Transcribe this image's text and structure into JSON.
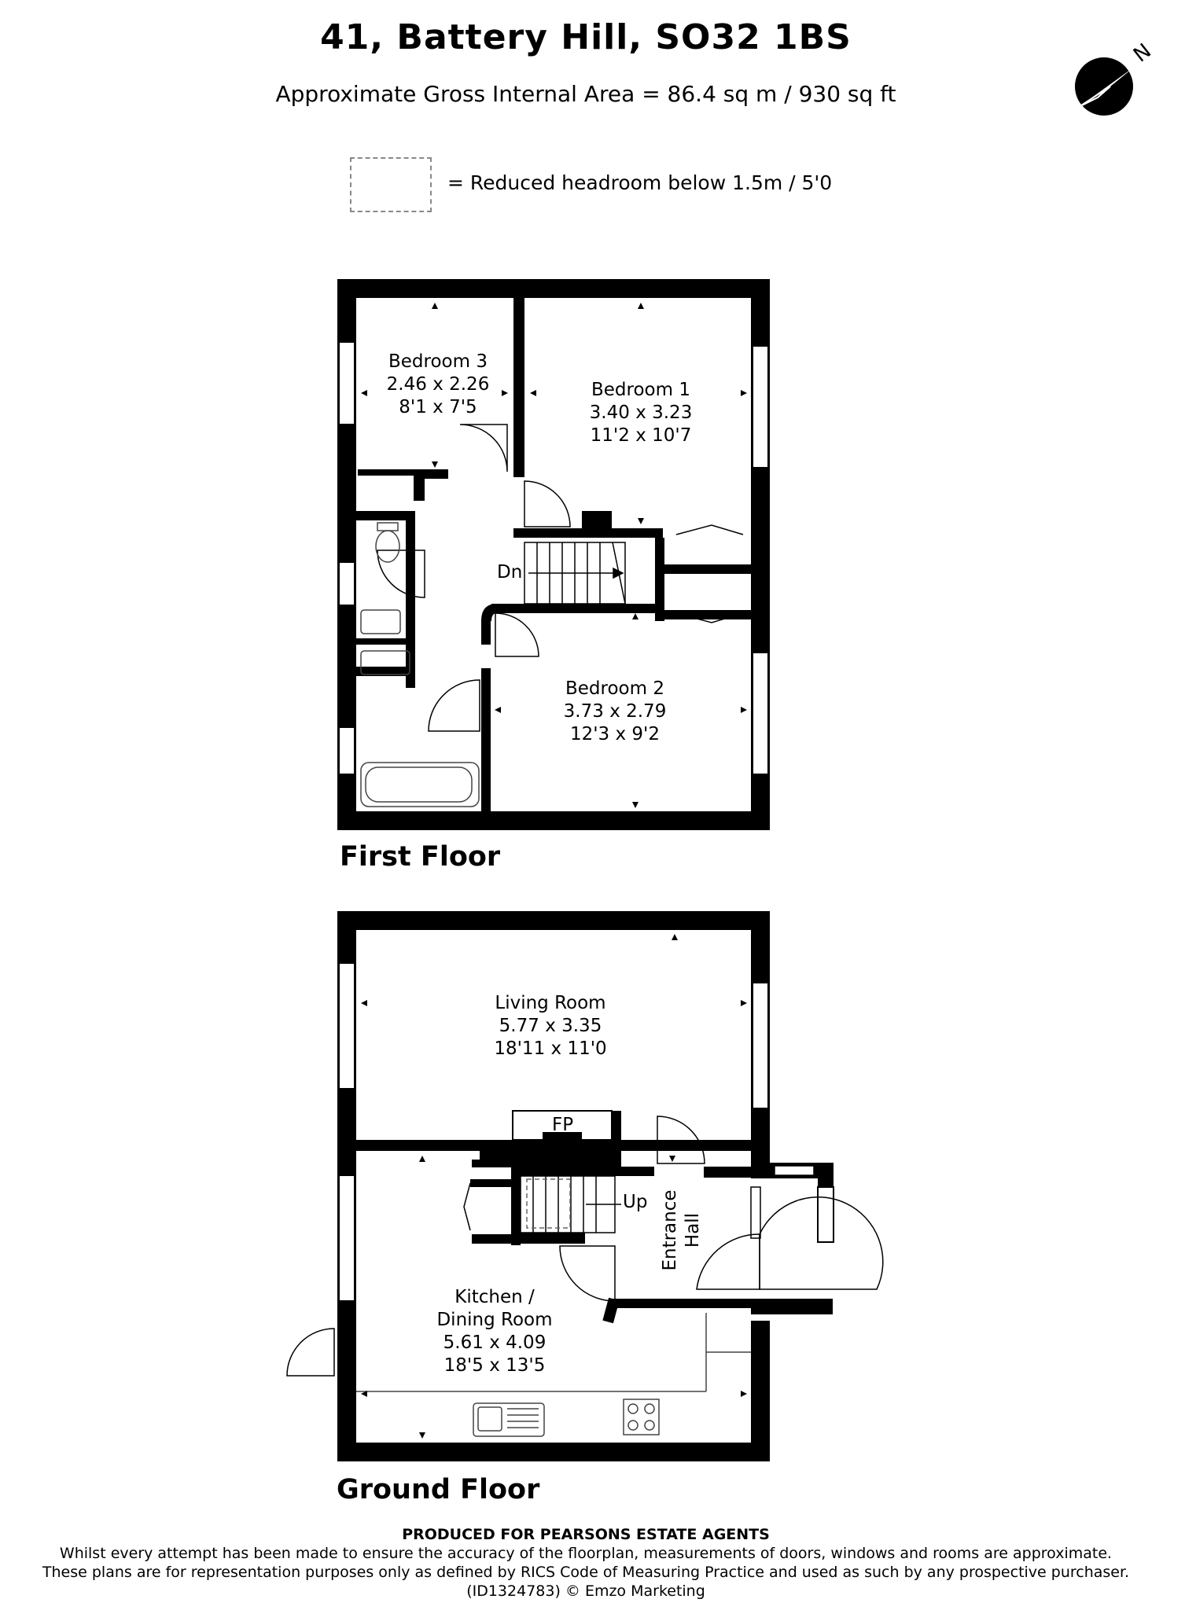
{
  "header": {
    "title": "41, Battery Hill, SO32 1BS",
    "subtitle": "Approximate Gross Internal Area = 86.4 sq m / 930 sq ft"
  },
  "legend": {
    "text": "= Reduced headroom below 1.5m / 5'0"
  },
  "compass": {
    "north_letter": "N"
  },
  "floors": {
    "first": {
      "label": "First Floor",
      "rooms": [
        {
          "name": "Bedroom 3",
          "metric": "2.46 x 2.26",
          "imperial": "8'1 x 7'5"
        },
        {
          "name": "Bedroom 1",
          "metric": "3.40 x 3.23",
          "imperial": "11'2 x 10'7"
        },
        {
          "name": "Bedroom 2",
          "metric": "3.73 x 2.79",
          "imperial": "12'3 x 9'2"
        }
      ],
      "stair_label": "Dn"
    },
    "ground": {
      "label": "Ground Floor",
      "rooms": [
        {
          "name": "Living Room",
          "metric": "5.77 x 3.35",
          "imperial": "18'11 x 11'0"
        },
        {
          "name": "Kitchen /",
          "name2": "Dining Room",
          "metric": "5.61 x 4.09",
          "imperial": "18'5 x 13'5"
        }
      ],
      "fireplace_label": "FP",
      "stair_label": "Up",
      "hall_label_1": "Entrance",
      "hall_label_2": "Hall"
    }
  },
  "footer": {
    "produced": "PRODUCED FOR PEARSONS ESTATE AGENTS",
    "line1": "Whilst every attempt has been made to ensure the accuracy of the floorplan, measurements of doors, windows and rooms are approximate.",
    "line2": "These plans are for representation purposes only as defined by RICS Code of Measuring Practice and used as such by any prospective purchaser.",
    "line3": "(ID1324783) © Emzo Marketing"
  },
  "colors": {
    "wall": "#000000",
    "background": "#ffffff",
    "legend_border": "#888888",
    "fixture": "#444444"
  }
}
